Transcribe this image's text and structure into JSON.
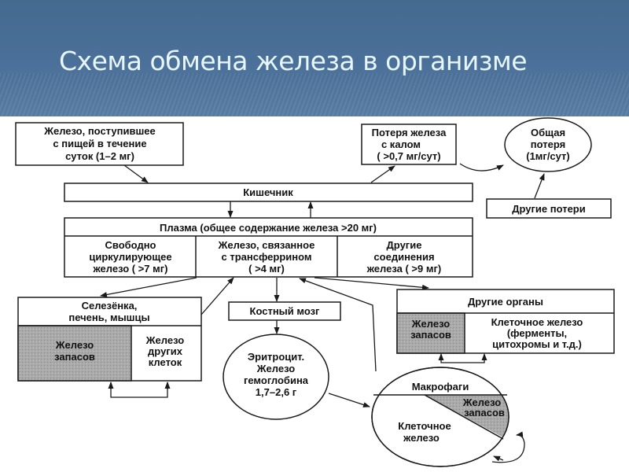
{
  "header": {
    "title": "Схема обмена железа в организме",
    "background_color": "#4b7099",
    "title_color": "#e6f6fb"
  },
  "nodes": {
    "intake": [
      "Железо, поступившее",
      "с пищей в течение",
      "суток (1–2 мг)"
    ],
    "fecal_loss": [
      "Потеря железа",
      "с калом",
      "( >0,7 мг/сут)"
    ],
    "total_loss": [
      "Общая",
      "потеря",
      "(1мг/сут)"
    ],
    "intestine": "Кишечник",
    "other_losses": "Другие потери",
    "plasma": "Плазма (общее содержание железа >20 мг)",
    "free_iron": [
      "Свободно",
      "циркулирующее",
      "железо ( >7 мг)"
    ],
    "transferrin_iron": [
      "Железо, связанное",
      "с трансферрином",
      "( >4 мг)"
    ],
    "other_compounds": [
      "Другие",
      "соединения",
      "железа ( >9 мг)"
    ],
    "spleen": [
      "Селезёнка,",
      "печень, мышцы"
    ],
    "spleen_storage": [
      "Железо",
      "запасов"
    ],
    "spleen_other_cells": [
      "Железо",
      "других",
      "клеток"
    ],
    "bone_marrow": "Костный мозг",
    "erythrocyte": [
      "Эритроцит.",
      "Железо",
      "гемоглобина",
      "1,7–2,6 г"
    ],
    "other_organs": "Другие  органы",
    "organs_storage": [
      "Железо",
      "запасов"
    ],
    "organs_cellular": [
      "Клеточное железо",
      "(ферменты,",
      "цитохромы и т.д.)"
    ],
    "macrophages": "Макрофаги",
    "macro_storage": [
      "Железо",
      "запасов"
    ],
    "macro_cellular": [
      "Клеточное",
      "железо"
    ]
  },
  "colors": {
    "storage_fill": "#a9a9a9",
    "line": "#1a1a1a"
  }
}
